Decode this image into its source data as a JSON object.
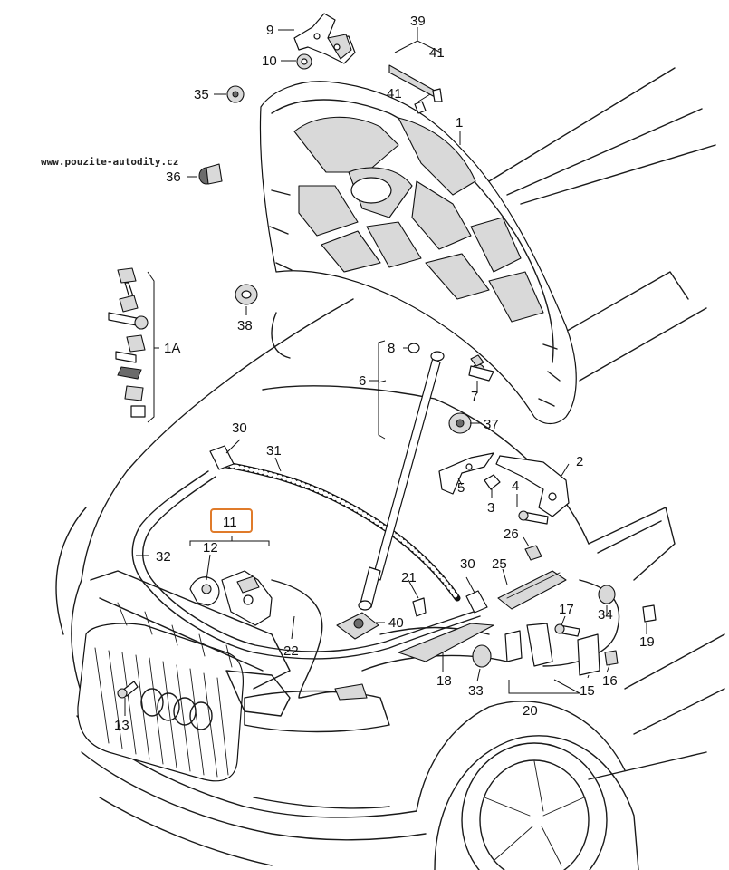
{
  "watermark": "www.pouzite-autodily.cz",
  "highlight_color": "#e07b2a",
  "callouts": {
    "c1": "1",
    "c1A": "1A",
    "c2": "2",
    "c3": "3",
    "c4": "4",
    "c5": "5",
    "c6": "6",
    "c7": "7",
    "c8": "8",
    "c9": "9",
    "c10": "10",
    "c11": "11",
    "c12": "12",
    "c13": "13",
    "c15": "15",
    "c16": "16",
    "c17": "17",
    "c18": "18",
    "c19": "19",
    "c20": "20",
    "c21": "21",
    "c22": "22",
    "c25": "25",
    "c26": "26",
    "c30a": "30",
    "c30b": "30",
    "c31": "31",
    "c32": "32",
    "c33": "33",
    "c34": "34",
    "c35": "35",
    "c36": "36",
    "c37": "37",
    "c38": "38",
    "c39": "39",
    "c40": "40",
    "c41a": "41",
    "c41b": "41"
  }
}
